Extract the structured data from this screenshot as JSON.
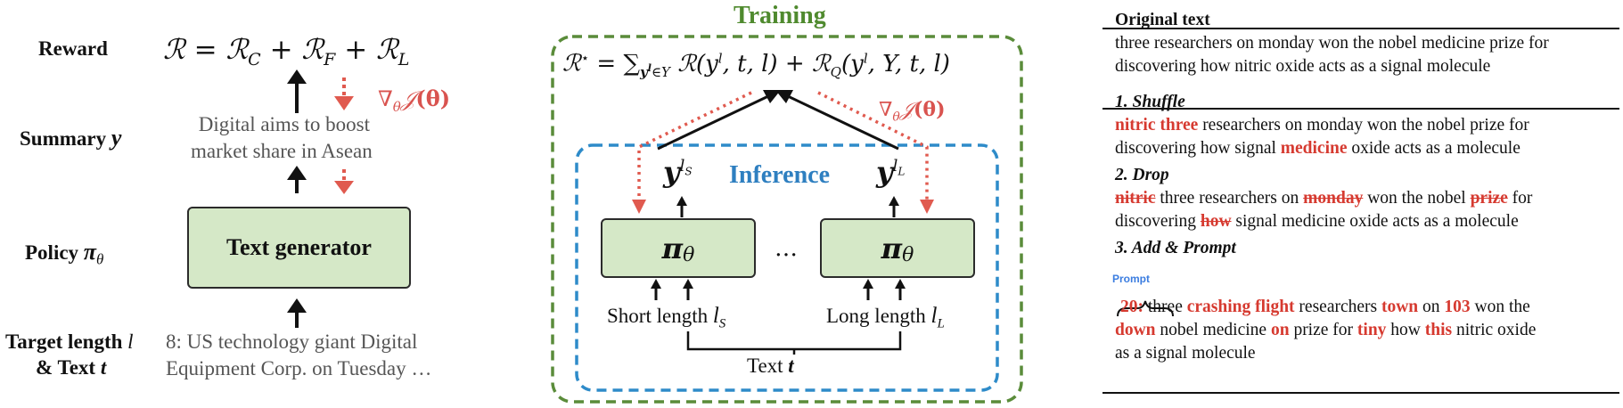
{
  "left": {
    "labels": {
      "reward": "Reward",
      "summary": "Summary",
      "summary_sym": "y",
      "policy": "Policy",
      "policy_sym": "π",
      "policy_sub": "θ",
      "target_line1": "Target length",
      "target_sym": "l",
      "target_line2": "& Text",
      "text_sym": "t"
    },
    "reward_eq": {
      "R": "ℛ",
      "eq": "=",
      "plus": "+",
      "sub_c": "C",
      "sub_f": "F",
      "sub_l": "L"
    },
    "grad": {
      "nabla": "∇",
      "sub": "θ",
      "J": "𝒥",
      "arg": "(θ)"
    },
    "summary_text": [
      "Digital aims to boost",
      "market share in Asean"
    ],
    "generator_label": "Text generator",
    "input_text": [
      "8: US technology giant Digital",
      "Equipment Corp. on Tuesday …"
    ]
  },
  "middle": {
    "training_title": "Training",
    "inference_title": "Inference",
    "equation": {
      "lhs": "ℛ",
      "star": "⋆",
      "eq": "=",
      "sum": "∑",
      "sum_sub": "y",
      "sum_sub_sup": "l",
      "sum_sub_rest": "∈Y",
      "term1": "ℛ(y",
      "term1_sup": "l",
      "term1_rest": ", t, l)",
      "plus": "+",
      "term2": "ℛ",
      "term2_sub": "Q",
      "term2_rest": "(y",
      "term2_sup": "l",
      "term2_tail": ", Y, t, l)"
    },
    "grad": {
      "nabla": "∇",
      "sub": "θ",
      "J": "𝒥",
      "arg": "(θ)"
    },
    "y_short": {
      "y": "y",
      "sup": "l",
      "sup_sub": "S"
    },
    "y_long": {
      "y": "y",
      "sup": "l",
      "sup_sub": "L"
    },
    "policy": {
      "pi": "π",
      "sub": "θ"
    },
    "dots": "…",
    "short_label": "Short length",
    "short_sym": "l",
    "short_sub": "S",
    "long_label": "Long length",
    "long_sym": "l",
    "long_sub": "L",
    "text_label": "Text",
    "text_sym": "t"
  },
  "right": {
    "original_heading": "Original text",
    "original_text": [
      "three researchers on monday won the nobel medicine prize for",
      "discovering how nitric oxide acts as a signal molecule"
    ],
    "shuffle_heading": "1. Shuffle",
    "shuffle": {
      "l1_red": "nitric three",
      "l1_rest": " researchers on monday won the nobel prize for",
      "l2_a": "discovering how signal ",
      "l2_red": "medicine",
      "l2_b": " oxide acts as a molecule"
    },
    "drop_heading": "2. Drop",
    "drop": {
      "s1": "nitric",
      "t1": " three researchers on ",
      "s2": "monday",
      "t2": " won the nobel ",
      "s3": "prize",
      "t3": " for",
      "l2_a": "discovering ",
      "s4": "how",
      "l2_b": " signal medicine oxide acts as a molecule"
    },
    "add_heading": "3. Add & Prompt",
    "prompt_label": "Prompt",
    "add": {
      "num": "20:",
      "t1": " three ",
      "r1": "crashing flight",
      "t2": " researchers ",
      "r2": "town",
      "t3": " on ",
      "r3": "103",
      "t4": " won the",
      "r4": "down",
      "t5": " nobel medicine ",
      "r5": "on",
      "t6": " prize for ",
      "r6": "tiny",
      "t7": " how ",
      "r7": "this",
      "t8": " nitric oxide",
      "l3": "as a signal molecule"
    }
  },
  "colors": {
    "green_dashed": "#5a8c3a",
    "blue_dashed": "#2e8bc9",
    "red_arrow": "#e05a4f",
    "box_fill": "#d5e8c7",
    "inference_text": "#2e7fc0",
    "prompt_blue": "#3b7de0"
  }
}
